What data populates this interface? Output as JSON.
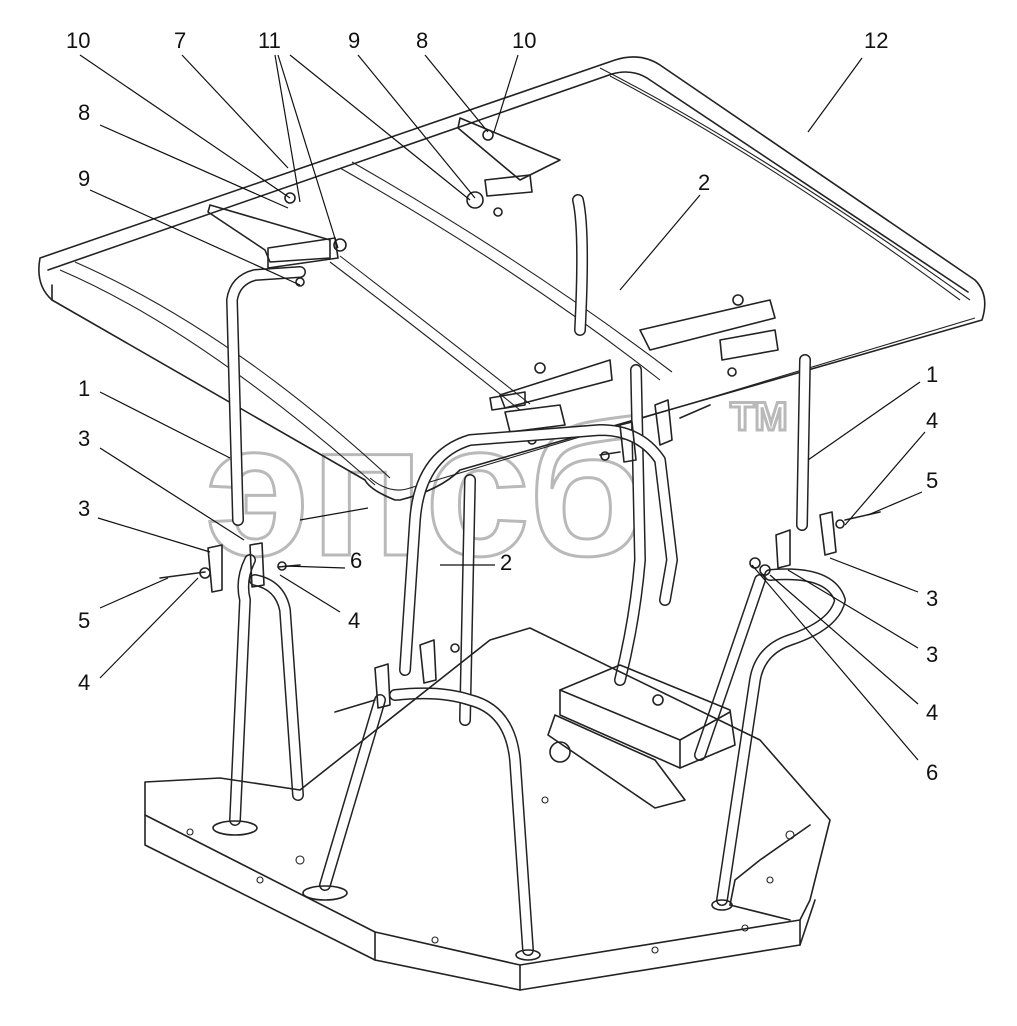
{
  "watermark": {
    "text": "эпсб",
    "trademark": "TM"
  },
  "callouts": [
    {
      "id": "c10a",
      "label": "10"
    },
    {
      "id": "c7",
      "label": "7"
    },
    {
      "id": "c11",
      "label": "11"
    },
    {
      "id": "c9a",
      "label": "9"
    },
    {
      "id": "c8a",
      "label": "8"
    },
    {
      "id": "c10b",
      "label": "10"
    },
    {
      "id": "c12",
      "label": "12"
    },
    {
      "id": "c8b",
      "label": "8"
    },
    {
      "id": "c9b",
      "label": "9"
    },
    {
      "id": "c2a",
      "label": "2"
    },
    {
      "id": "c1a",
      "label": "1"
    },
    {
      "id": "c1b",
      "label": "1"
    },
    {
      "id": "c3a",
      "label": "3"
    },
    {
      "id": "c3b",
      "label": "3"
    },
    {
      "id": "c5a",
      "label": "5"
    },
    {
      "id": "c4a",
      "label": "4"
    },
    {
      "id": "c6a",
      "label": "6"
    },
    {
      "id": "c4b",
      "label": "4"
    },
    {
      "id": "c2b",
      "label": "2"
    },
    {
      "id": "c4c",
      "label": "4"
    },
    {
      "id": "c5b",
      "label": "5"
    },
    {
      "id": "c3c",
      "label": "3"
    },
    {
      "id": "c3d",
      "label": "3"
    },
    {
      "id": "c4d",
      "label": "4"
    },
    {
      "id": "c6b",
      "label": "6"
    }
  ],
  "colors": {
    "line": "#222222",
    "watermark": "#b9b9b9",
    "background": "#ffffff"
  }
}
